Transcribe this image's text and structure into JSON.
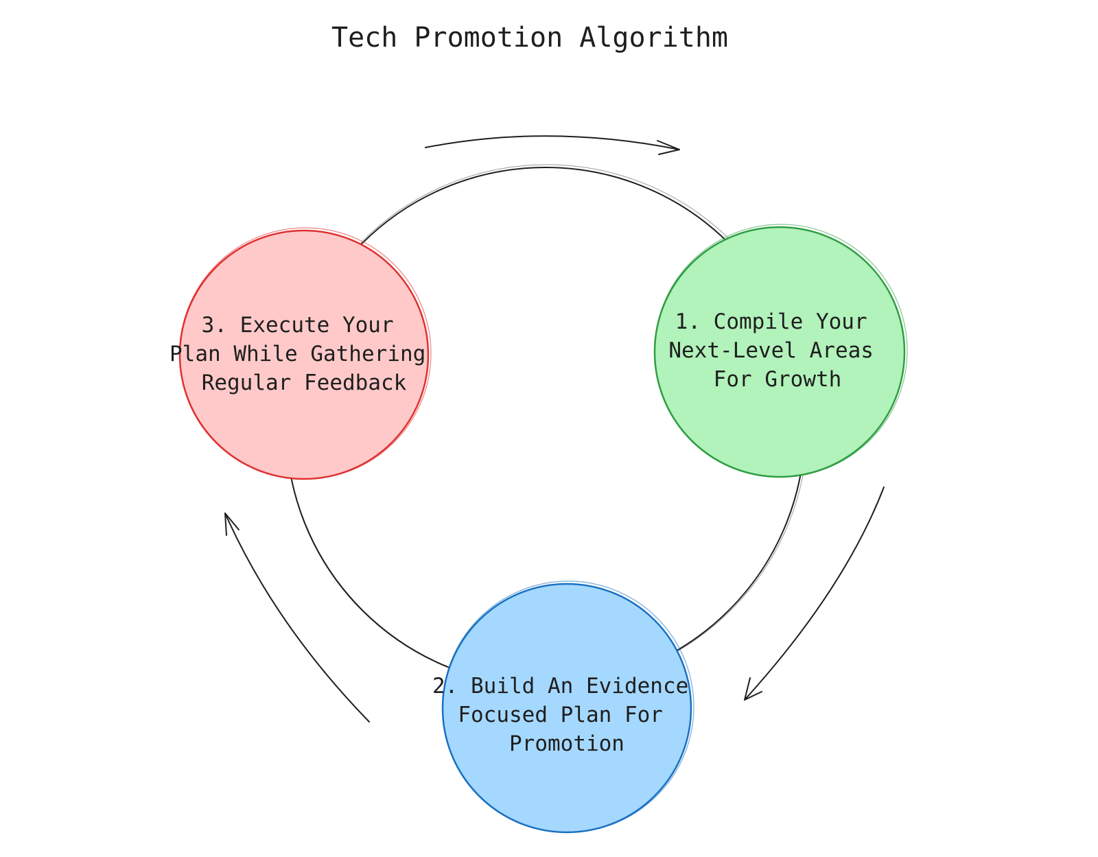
{
  "title": "Tech Promotion Algorithm",
  "colors": {
    "ink": "#1e1e1e",
    "step1_fill": "#b2f2bb",
    "step1_stroke": "#2f9e44",
    "step2_fill": "#a5d8ff",
    "step2_stroke": "#1971c2",
    "step3_fill": "#ffc9c9",
    "step3_stroke": "#e03131"
  },
  "steps": [
    {
      "id": "step1",
      "lines": [
        "1. Compile Your",
        "Next-Level Areas",
        "For Growth"
      ]
    },
    {
      "id": "step2",
      "lines": [
        "2. Build An Evidence",
        "Focused Plan For",
        "Promotion"
      ]
    },
    {
      "id": "step3",
      "lines": [
        "3. Execute Your",
        "Plan While Gathering",
        "Regular Feedback"
      ]
    }
  ],
  "arrows": {
    "direction": "clockwise",
    "count": 3
  }
}
